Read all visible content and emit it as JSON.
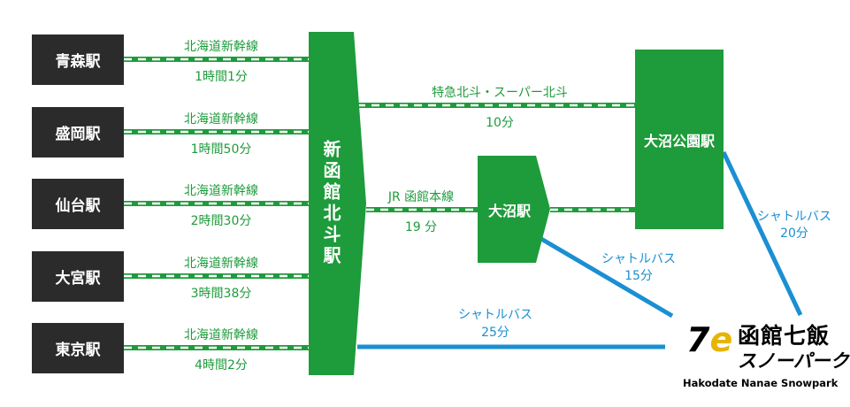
{
  "origins": [
    {
      "name": "青森駅",
      "line": "北海道新幹線",
      "time": "1時間1分"
    },
    {
      "name": "盛岡駅",
      "line": "北海道新幹線",
      "time": "1時間50分"
    },
    {
      "name": "仙台駅",
      "line": "北海道新幹線",
      "time": "2時間30分"
    },
    {
      "name": "大宮駅",
      "line": "北海道新幹線",
      "time": "3時間38分"
    },
    {
      "name": "東京駅",
      "line": "北海道新幹線",
      "time": "4時間2分"
    }
  ],
  "hub": {
    "name": "新函館北斗駅"
  },
  "stations": {
    "onuma": "大沼駅",
    "onuma_koen": "大沼公園駅"
  },
  "routes": {
    "express": {
      "line": "特急北斗・スーパー北斗",
      "time": "10分"
    },
    "jr": {
      "line": "JR 函館本線",
      "time": "19 分"
    }
  },
  "shuttles": [
    {
      "line": "シャトルバス",
      "time": "20分"
    },
    {
      "line": "シャトルバス",
      "time": "15分"
    },
    {
      "line": "シャトルバス",
      "time": "25分"
    }
  ],
  "logo": {
    "mark_7": "7",
    "mark_e": "e",
    "jp_line1": "函館七飯",
    "jp_line2": "スノーパーク",
    "en": "Hakodate Nanae Snowpark"
  },
  "colors": {
    "rail": "#1e9b3b",
    "bus": "#1b8fd3",
    "origin_box": "#2b2b2b"
  }
}
